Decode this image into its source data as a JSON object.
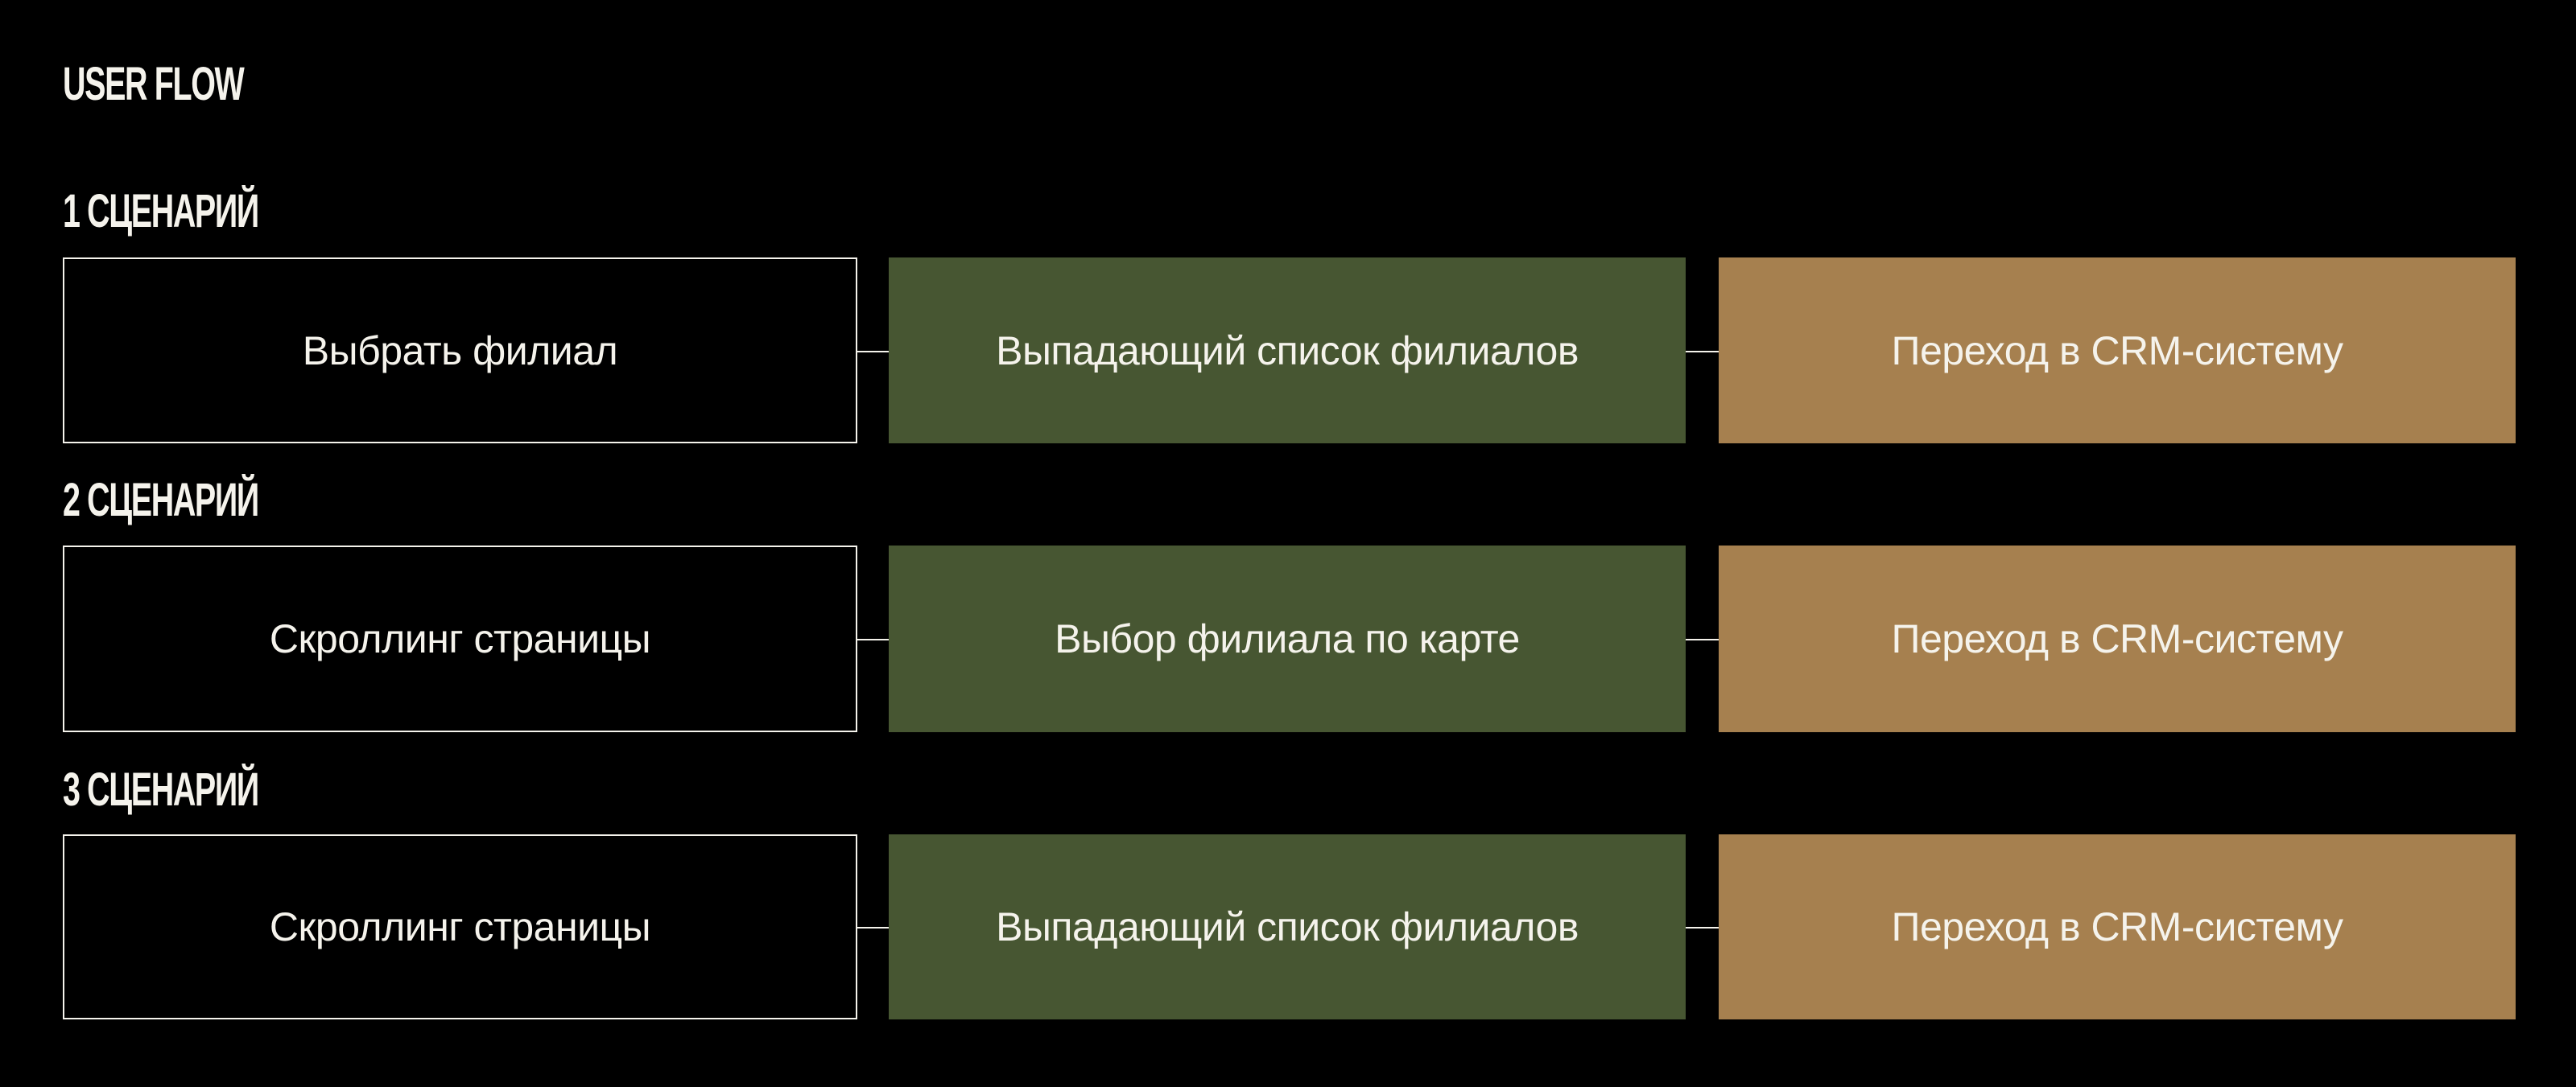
{
  "title": "USER FLOW",
  "colors": {
    "background": "#000000",
    "step2": "#475632",
    "step3": "#a6804f",
    "text": "#f5f3ec"
  },
  "scenarios": [
    {
      "label": "1 СЦЕНАРИЙ",
      "steps": [
        "Выбрать филиал",
        "Выпадающий список филиалов",
        "Переход в CRM-систему"
      ]
    },
    {
      "label": "2 СЦЕНАРИЙ",
      "steps": [
        "Скроллинг страницы",
        "Выбор филиала по карте",
        "Переход в CRM-систему"
      ]
    },
    {
      "label": "3 СЦЕНАРИЙ",
      "steps": [
        "Скроллинг страницы",
        "Выпадающий список филиалов",
        "Переход в CRM-систему"
      ]
    }
  ]
}
